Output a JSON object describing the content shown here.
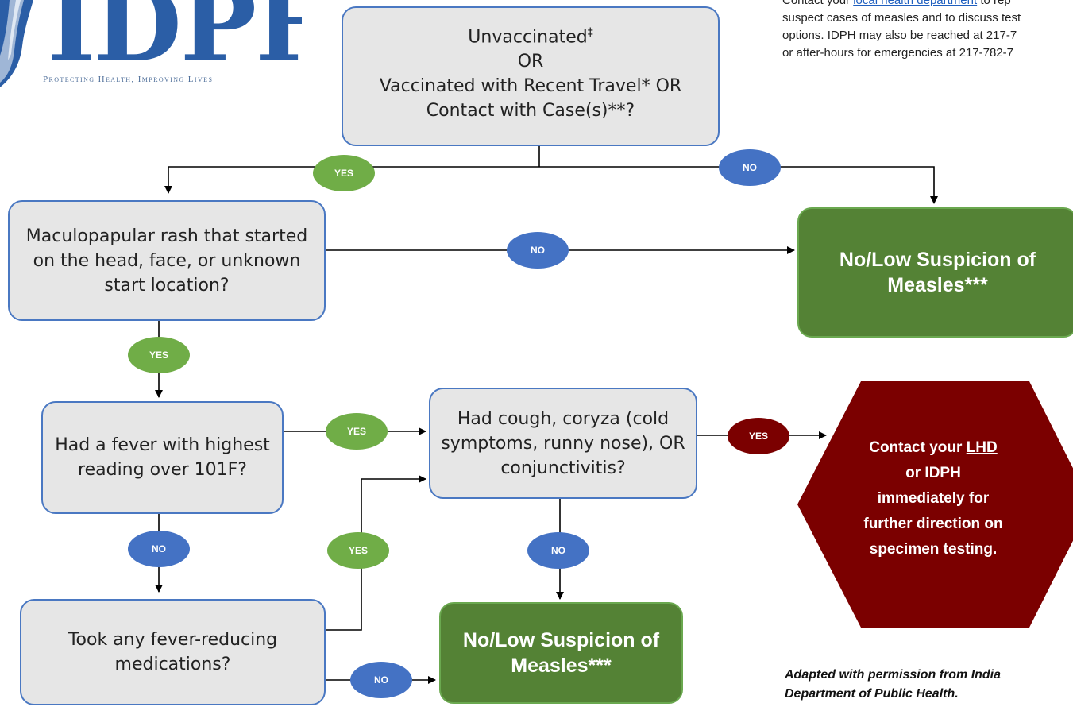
{
  "logo": {
    "wordmark": "IDPH",
    "tagline": "Protecting Health, Improving Lives"
  },
  "contact_note": {
    "prefix": "Contact your ",
    "link": "local health department",
    "line1_rest": " to rep",
    "line2": "suspect cases of measles and to discuss test",
    "line3": "options.  IDPH may also be reached at 217-7",
    "line4": "or after-hours for emergencies at 217-782-7"
  },
  "nodes": {
    "start": {
      "line1": "Unvaccinated",
      "line1_mark": "‡",
      "line2": "OR",
      "line3": "Vaccinated with Recent Travel* OR",
      "line4": "Contact with Case(s)**?"
    },
    "rash": {
      "text": "Maculopapular rash that started on the head, face, or unknown start location?"
    },
    "fever": {
      "text": "Had a fever with highest reading over 101F?"
    },
    "cough": {
      "text": "Had cough, coryza (cold symptoms, runny nose), OR conjunctivitis?"
    },
    "meds": {
      "text": "Took any fever-reducing medications?"
    },
    "low_suspicion_right": {
      "text": "No/Low Suspicion of Measles***"
    },
    "low_suspicion_bottom": {
      "text": "No/Low Suspicion of Measles***"
    },
    "contact": {
      "line1_prefix": "Contact your ",
      "line1_link": "LHD",
      "line2": "or IDPH",
      "line3": "immediately for",
      "line4": "further direction on",
      "line5": "specimen testing."
    }
  },
  "decisions": {
    "start_yes": "YES",
    "start_no": "NO",
    "rash_no": "NO",
    "rash_yes": "YES",
    "fever_yes": "YES",
    "fever_no": "NO",
    "meds_yes": "YES",
    "meds_no": "NO",
    "cough_yes": "YES",
    "cough_no": "NO"
  },
  "footer": {
    "adapted_line1": "Adapted with permission from India",
    "adapted_line2": "Department of Public Health."
  },
  "colors": {
    "question_fill": "#e6e6e6",
    "question_border": "#4a78c2",
    "outcome_green": "#548235",
    "outcome_red": "#7b0000",
    "yes_green": "#70ad47",
    "no_blue": "#4472c4"
  }
}
